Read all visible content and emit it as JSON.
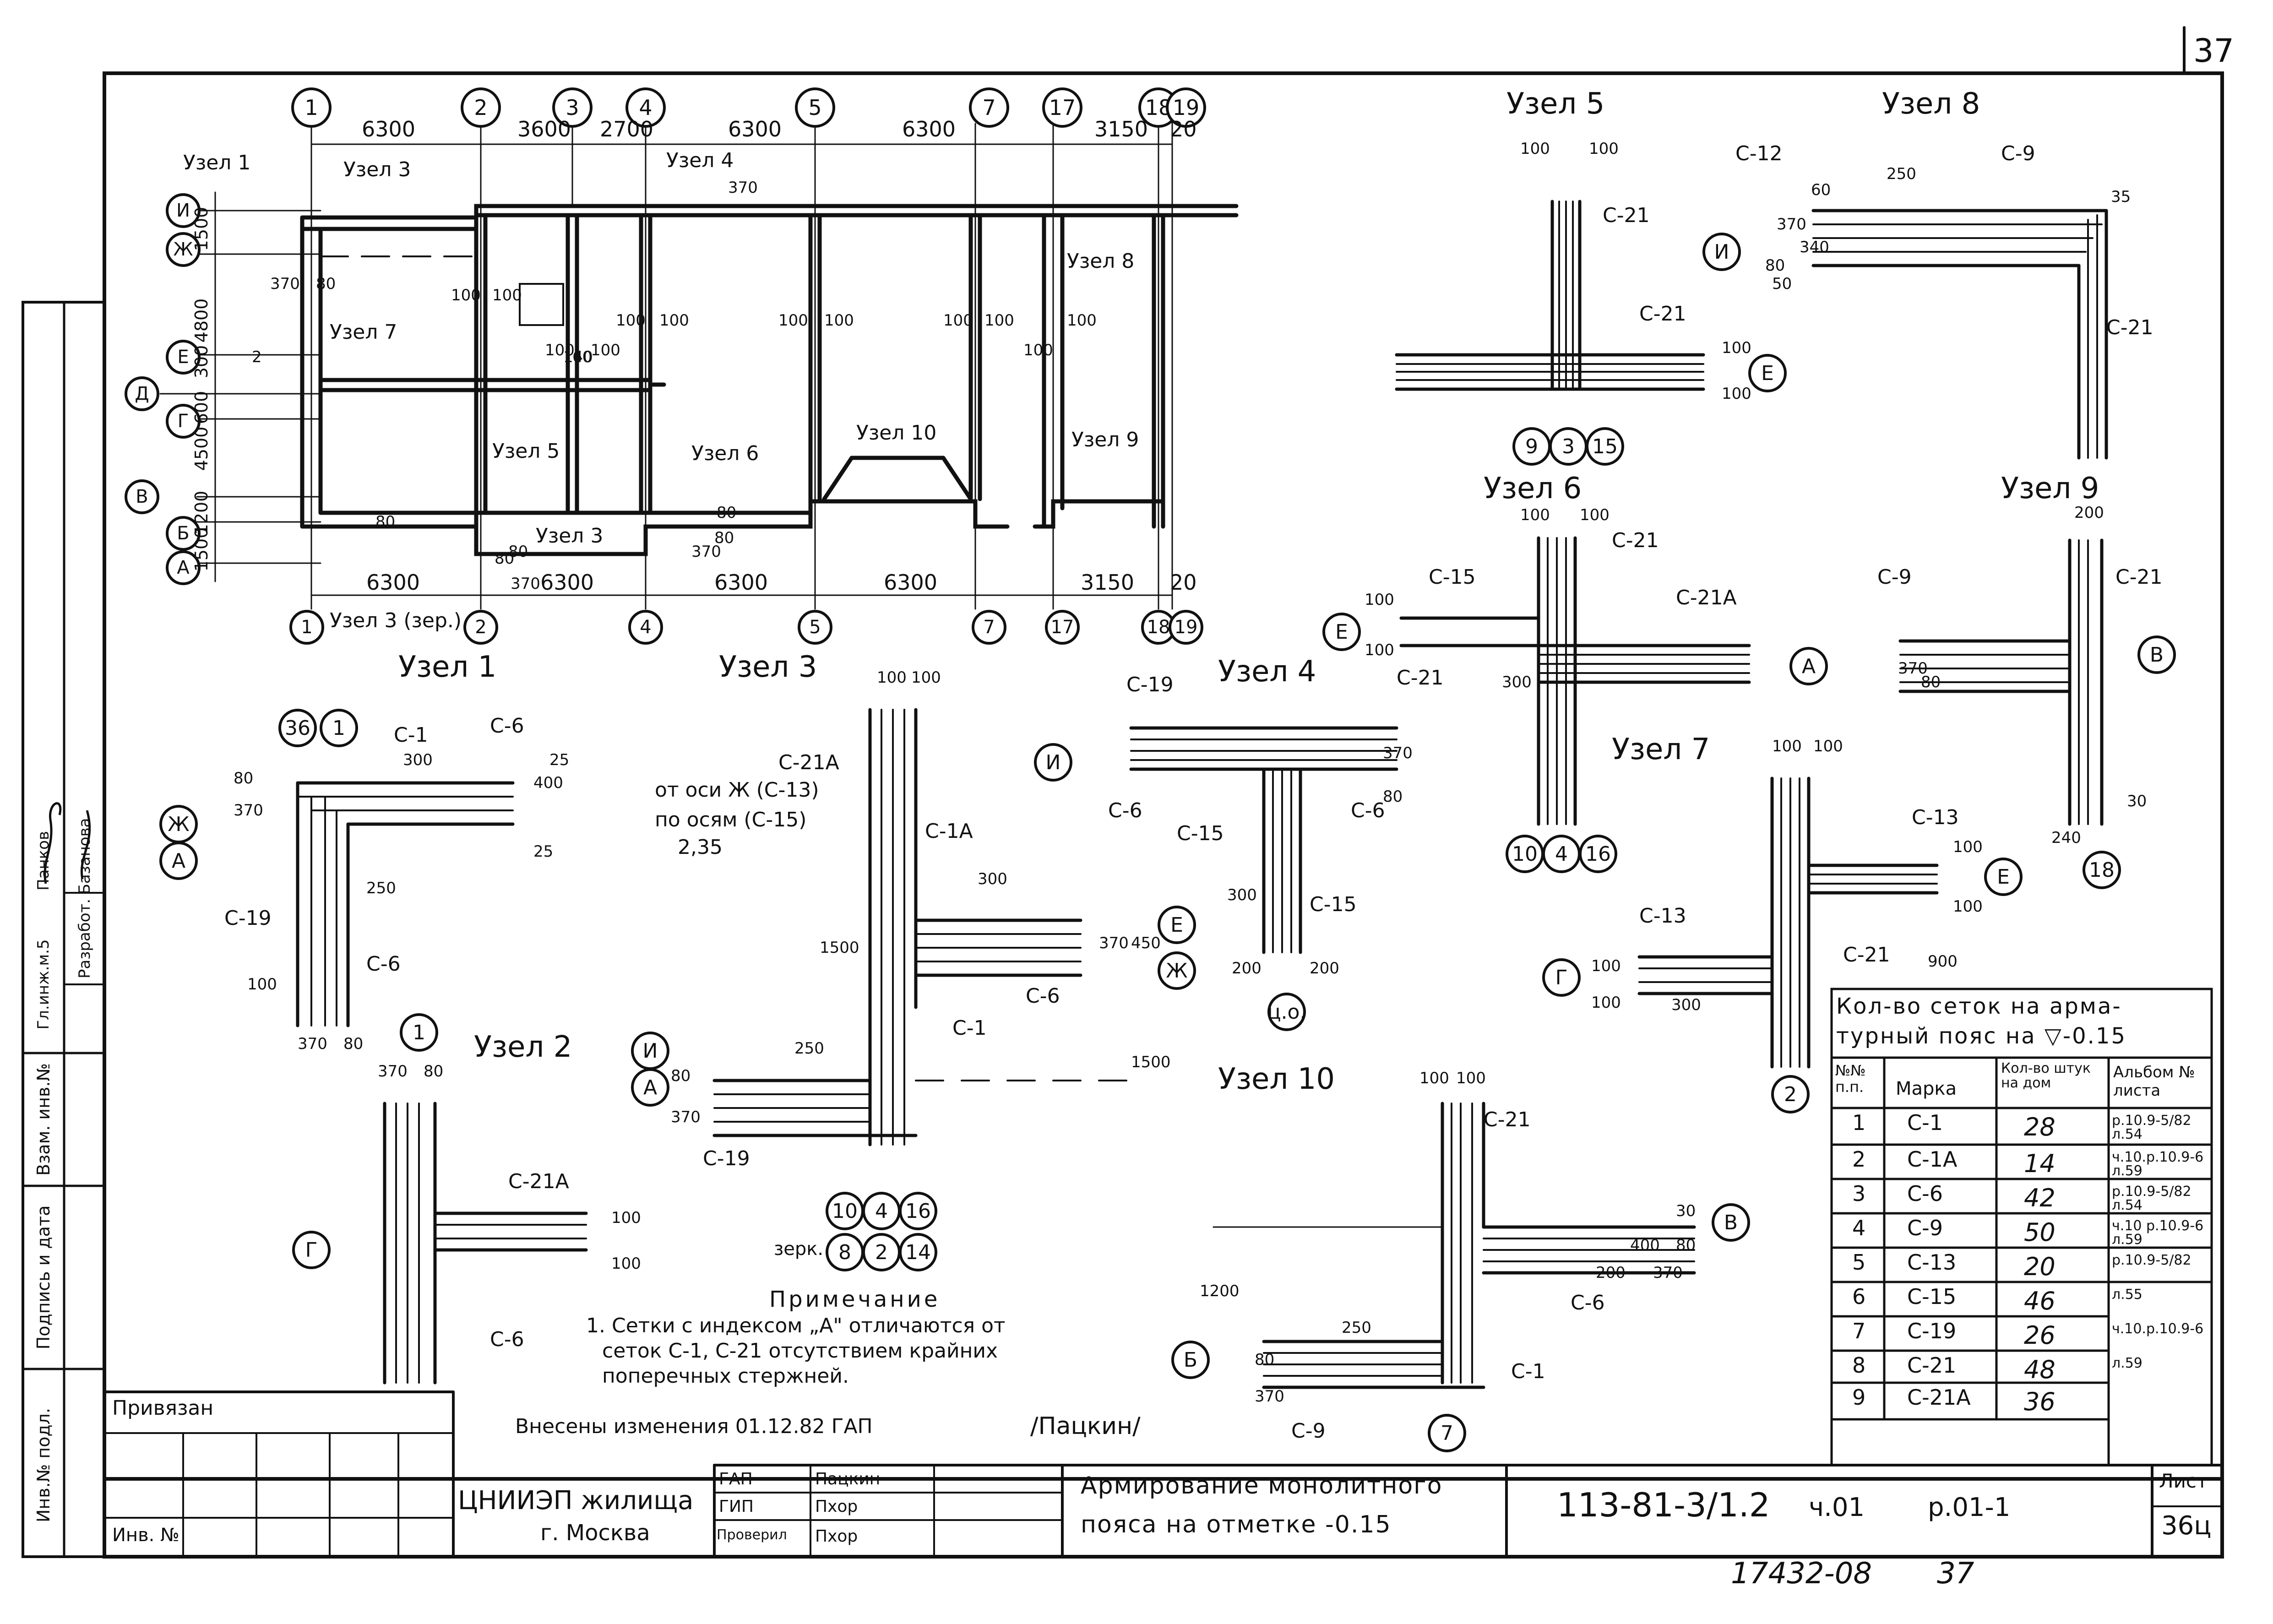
{
  "sheet": {
    "corner_number": "37",
    "sheet_label": "Лист",
    "sheet_number": "36ц",
    "footer_number": "17432-08",
    "footer_page": "37"
  },
  "plan": {
    "axes_top": [
      "1",
      "2",
      "3",
      "4",
      "5",
      "7",
      "17",
      "18",
      "19"
    ],
    "axes_bottom": [
      "1",
      "2",
      "4",
      "5",
      "7",
      "17",
      "18",
      "19"
    ],
    "axes_left": [
      "И",
      "Ж",
      "Е",
      "Д",
      "Г",
      "В",
      "Б",
      "А"
    ],
    "dims_top": [
      "6300",
      "3600",
      "2700",
      "6300",
      "6300",
      "3150",
      "20"
    ],
    "dims_bottom": [
      "6300",
      "6300",
      "6300",
      "6300",
      "3150",
      "20"
    ],
    "dims_left": [
      "1500",
      "4800",
      "300",
      "600",
      "4500",
      "1200",
      "1500"
    ],
    "wall_dims": [
      "370",
      "80",
      "100",
      "100",
      "100",
      "100",
      "100",
      "100",
      "100",
      "100",
      "100",
      "100",
      "100",
      "100",
      "140",
      "60",
      "370",
      "80",
      "80",
      "370",
      "80",
      "80",
      "370",
      "80",
      "2"
    ],
    "node_labels": [
      "Узел 1",
      "Узел 3",
      "Узел 4",
      "Узел 8",
      "Узел 7",
      "Узел 5",
      "Узел 6",
      "Узел 10",
      "Узел 9",
      "Узел 3",
      "Узел 3 (зер.)",
      "Узел 2"
    ]
  },
  "nodes": {
    "n1": {
      "title": "Узел 1",
      "circles": [
        "36",
        "1",
        "Ж",
        "А"
      ],
      "labels": [
        "С-1",
        "С-6",
        "С-19",
        "С-6"
      ],
      "dims": [
        "300",
        "25",
        "400",
        "25",
        "370",
        "80",
        "250",
        "100",
        "370",
        "80"
      ]
    },
    "n2": {
      "title": "Узел 2",
      "circles": [
        "1",
        "Г"
      ],
      "labels": [
        "С-21А",
        "С-6"
      ],
      "dims": [
        "370",
        "80",
        "100",
        "100"
      ]
    },
    "n3": {
      "title": "Узел 3",
      "circles": [
        "Е",
        "Ж",
        "И",
        "А",
        "10",
        "4",
        "16",
        "8",
        "2",
        "14"
      ],
      "labels": [
        "С-21А",
        "С-1А",
        "С-6",
        "С-1",
        "С-19"
      ],
      "dims": [
        "100",
        "100",
        "300",
        "1500",
        "370",
        "450",
        "1500",
        "250",
        "80",
        "370"
      ],
      "mirror": "зерк.",
      "note_lines": [
        "от оси Ж (С-13)",
        "по осям (С-15)",
        "2,35"
      ]
    },
    "n4": {
      "title": "Узел 4",
      "circles": [
        "И",
        "ц.о."
      ],
      "labels": [
        "С-19",
        "С-6",
        "С-15",
        "С-6",
        "С-15"
      ],
      "dims": [
        "370",
        "80",
        "300",
        "200",
        "200"
      ]
    },
    "n5": {
      "title": "Узел 5",
      "circles": [
        "Е",
        "9",
        "3",
        "15"
      ],
      "labels": [
        "С-21",
        "С-21"
      ],
      "dims": [
        "100",
        "100",
        "100",
        "100"
      ]
    },
    "n6": {
      "title": "Узел 6",
      "circles": [
        "Е",
        "А",
        "10",
        "4",
        "16"
      ],
      "labels": [
        "С-15",
        "С-21",
        "С-21А",
        "С-21"
      ],
      "dims": [
        "100",
        "100",
        "100",
        "100",
        "300"
      ]
    },
    "n7": {
      "title": "Узел 7",
      "circles": [
        "Е",
        "Г",
        "2"
      ],
      "labels": [
        "С-13",
        "С-13",
        "С-21"
      ],
      "dims": [
        "100",
        "100",
        "100",
        "100",
        "900",
        "100",
        "100",
        "300"
      ]
    },
    "n8": {
      "title": "Узел 8",
      "circles": [
        "И"
      ],
      "labels": [
        "С-12",
        "С-9",
        "С-21"
      ],
      "dims": [
        "250",
        "35",
        "370",
        "60",
        "340",
        "80",
        "50"
      ]
    },
    "n9": {
      "title": "Узел 9",
      "circles": [
        "В",
        "18"
      ],
      "labels": [
        "С-9",
        "С-21"
      ],
      "dims": [
        "200",
        "370",
        "80",
        "30",
        "240"
      ]
    },
    "n10": {
      "title": "Узел 10",
      "circles": [
        "В",
        "Б",
        "7"
      ],
      "labels": [
        "С-21",
        "С-6",
        "С-1",
        "С-9"
      ],
      "dims": [
        "100",
        "100",
        "30",
        "80",
        "1200",
        "200",
        "400",
        "370",
        "250",
        "370",
        "80"
      ]
    }
  },
  "note": {
    "title": "Примечание",
    "lines": [
      "1. Сетки с индексом „А\" отличаются от",
      "сеток С-1, С-21 отсутствием крайних",
      "поперечных стержней."
    ],
    "change": "Внесены изменения 01.12.82  ГАП",
    "change_name": "/Пацкин/"
  },
  "table": {
    "title": [
      "Кол-во сеток на арма-",
      "турный пояс на ▽-0.15"
    ],
    "headers": [
      "№№ п.п.",
      "Марка",
      "Кол-во штук на дом",
      "Альбом № листа"
    ],
    "rows": [
      {
        "n": "1",
        "mark": "С-1",
        "qty": "28",
        "album": "р.10.9-5/82 л.54"
      },
      {
        "n": "2",
        "mark": "С-1А",
        "qty": "14",
        "album": "ч.10.р.10.9-6 л.59"
      },
      {
        "n": "3",
        "mark": "С-6",
        "qty": "42",
        "album": "р.10.9-5/82 л.54"
      },
      {
        "n": "4",
        "mark": "С-9",
        "qty": "50",
        "album": "ч.10 р.10.9-6 л.59"
      },
      {
        "n": "5",
        "mark": "С-13",
        "qty": "20",
        "album": "р.10.9-5/82"
      },
      {
        "n": "6",
        "mark": "С-15",
        "qty": "46",
        "album": "л.55"
      },
      {
        "n": "7",
        "mark": "С-19",
        "qty": "26",
        "album": "ч.10.р.10.9-6"
      },
      {
        "n": "8",
        "mark": "С-21",
        "qty": "48",
        "album": "л.59"
      },
      {
        "n": "9",
        "mark": "С-21А",
        "qty": "36",
        "album": ""
      }
    ]
  },
  "left_stamp": [
    "Инв.№ подл.",
    "Подпись и дата",
    "Взам. инв.№",
    "Разработ.",
    "Базанова",
    "Гл.инж.м.5",
    "Панков"
  ],
  "title_block": {
    "privyazan": "Привязан",
    "inv": "Инв. №",
    "org": "ЦНИИЭП жилища",
    "city": "г. Москва",
    "roles": [
      "ГАП",
      "ГИП",
      "Проверил"
    ],
    "names": [
      "Пацкин",
      "Пхор",
      "Пхор"
    ],
    "title": [
      "Армирование монолитного",
      "пояса на отметке -0.15"
    ],
    "code": "113-81-3/1.2",
    "part": "ч.01",
    "rev": "р.01-1"
  }
}
